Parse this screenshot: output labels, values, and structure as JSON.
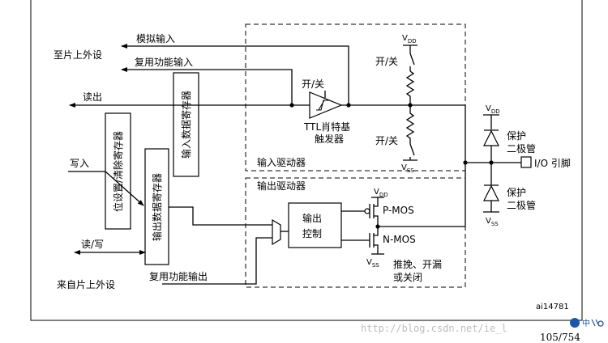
{
  "labels": {
    "analog_input": "模拟输入",
    "to_on_chip_peripheral": "至片上外设",
    "alt_func_input": "复用功能输入",
    "read": "读出",
    "input_data_register": "输入数据寄存器",
    "onoff_top": "开/关",
    "onoff_mid": "开/关",
    "onoff_bottom": "开/关",
    "schmitt_trigger": [
      "TTL肖特基",
      "触发器"
    ],
    "vdd": "V",
    "vdd_sub": "DD",
    "vss": "V",
    "vss_sub": "SS",
    "protect_diode": [
      "保护",
      "二极管"
    ],
    "io_pin": "I/O 引脚",
    "input_driver": "输入驱动器",
    "output_driver": "输出驱动器",
    "bit_set_reset_register": "位设置/清除寄存器",
    "write": "写入",
    "output_data_register": "输出数据寄存器",
    "read_write": "读/写",
    "output_control": [
      "输出",
      "控制"
    ],
    "pmos": "P-MOS",
    "nmos": "N-MOS",
    "push_pull_mode": [
      "推挽、开漏",
      "或关闭"
    ],
    "from_on_chip_peripheral": "来自片上外设",
    "alt_func_output": "复用功能输出",
    "figure_id": "ai14781",
    "watermark": "http://blog.csdn.net/ie_l",
    "page_number": "105/754",
    "logo_text": "中"
  }
}
